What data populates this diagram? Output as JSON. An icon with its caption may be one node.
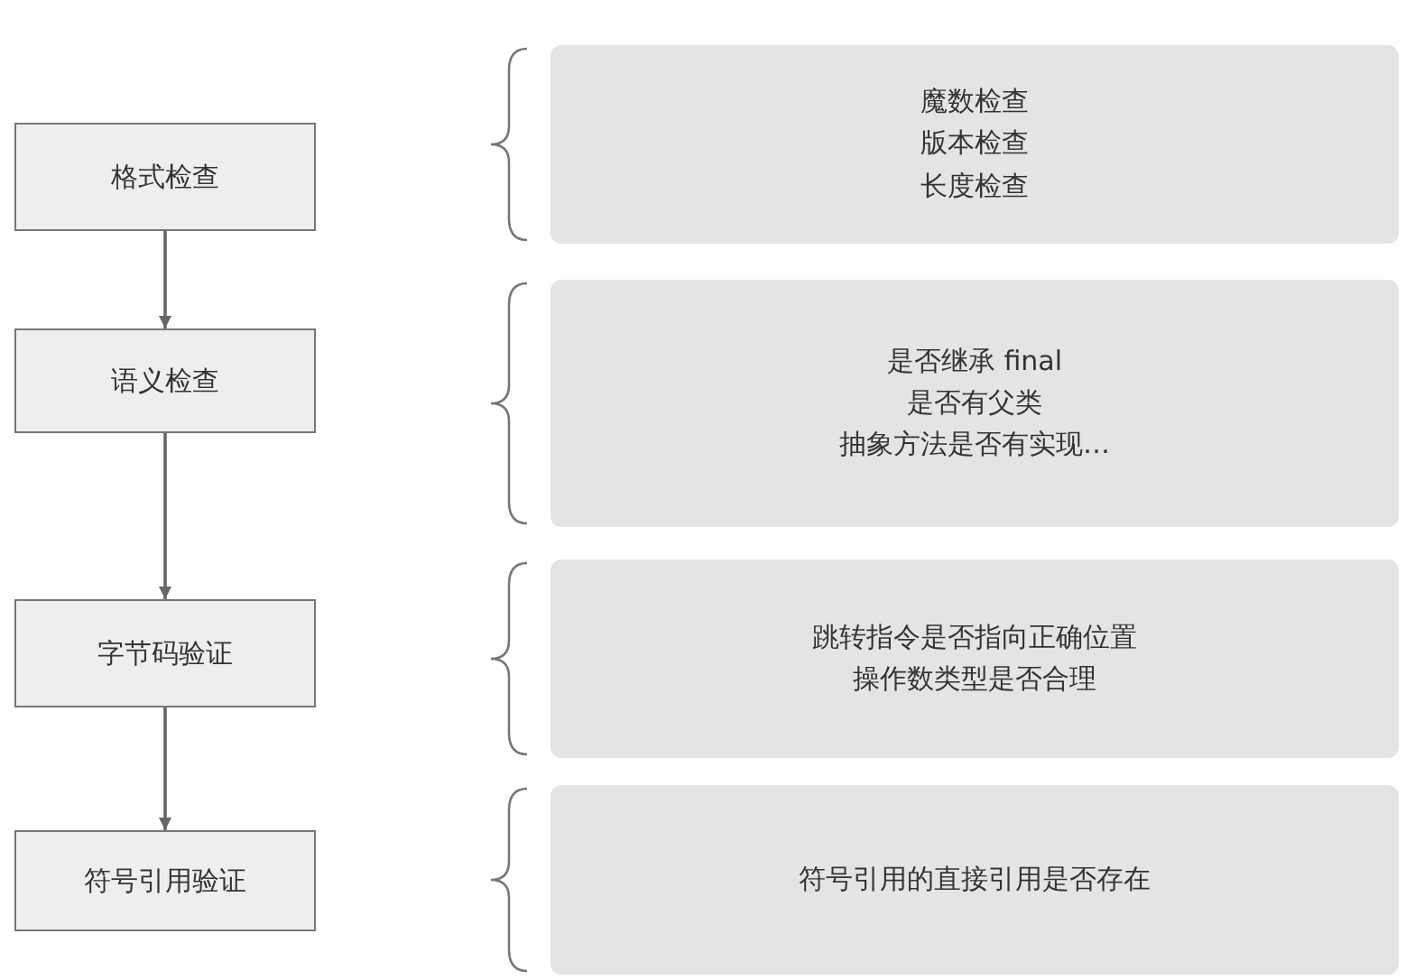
{
  "diagram": {
    "nodes": [
      {
        "text": [
          "格式检查"
        ]
      },
      {
        "text": [
          "语义检查"
        ]
      },
      {
        "text": [
          "字节码验证"
        ]
      },
      {
        "text": [
          "符号引用验证"
        ]
      },
      {
        "text": [
          "魔数检查",
          "版本检查",
          "长度检查"
        ]
      },
      {
        "text": [
          "是否继承 final",
          "是否有父类",
          "抽象方法是否有实现…"
        ]
      },
      {
        "text": [
          "跳转指令是否指向正确位置",
          "操作数类型是否合理"
        ]
      },
      {
        "text": [
          "符号引用的直接引用是否存在"
        ]
      }
    ],
    "edges": [
      {
        "from": 0,
        "to": 1,
        "arrow": "to"
      },
      {
        "from": 1,
        "to": 2,
        "arrow": "to"
      },
      {
        "from": 2,
        "to": 3,
        "arrow": "to"
      }
    ]
  }
}
